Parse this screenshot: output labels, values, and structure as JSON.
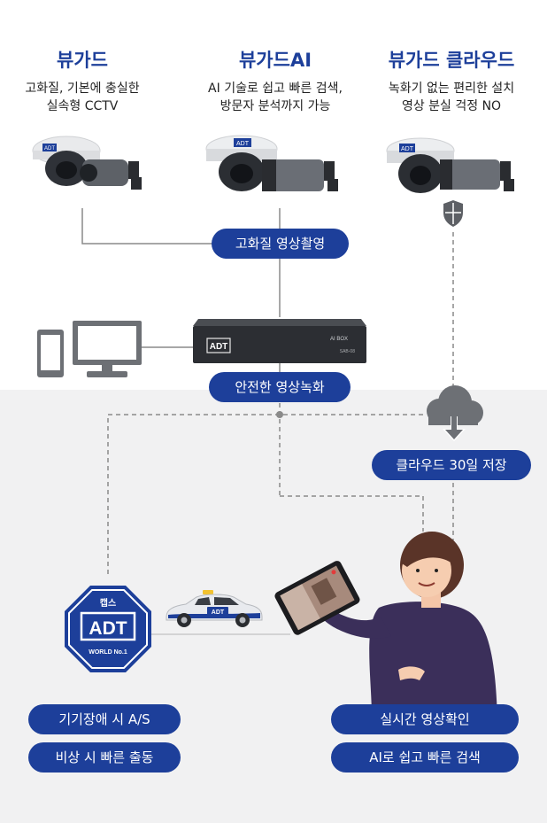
{
  "products": [
    {
      "title": "뷰가드",
      "desc1": "고화질, 기본에 충실한",
      "desc2": "실속형 CCTV"
    },
    {
      "title": "뷰가드AI",
      "desc1": "AI 기술로 쉽고 빠른 검색,",
      "desc2": "방문자 분석까지 가능"
    },
    {
      "title": "뷰가드 클라우드",
      "desc1": "녹화기 없는 편리한 설치",
      "desc2": "영상 분실 걱정 NO"
    }
  ],
  "pills": {
    "hd_recording": "고화질 영상촬영",
    "safe_recording": "안전한 영상녹화",
    "cloud_storage": "클라우드 30일 저장",
    "as_repair": "기기장애 시 A/S",
    "emergency": "비상 시 빠른 출동",
    "realtime": "실시간 영상확인",
    "ai_search": "AI로 쉽고 빠른 검색"
  },
  "device_labels": {
    "camera_logo": "ADT",
    "nvr_logo": "ADT",
    "nvr_model": "AI BOX",
    "nvr_sub": "SAB-08",
    "car_logo": "ADT"
  },
  "badge": {
    "top": "캡스",
    "logo": "ADT",
    "bottom": "WORLD No.1"
  },
  "colors": {
    "brand_blue": "#1d3f9a",
    "line_gray": "#8a8a8a",
    "bottom_bg": "#f1f1f2"
  }
}
